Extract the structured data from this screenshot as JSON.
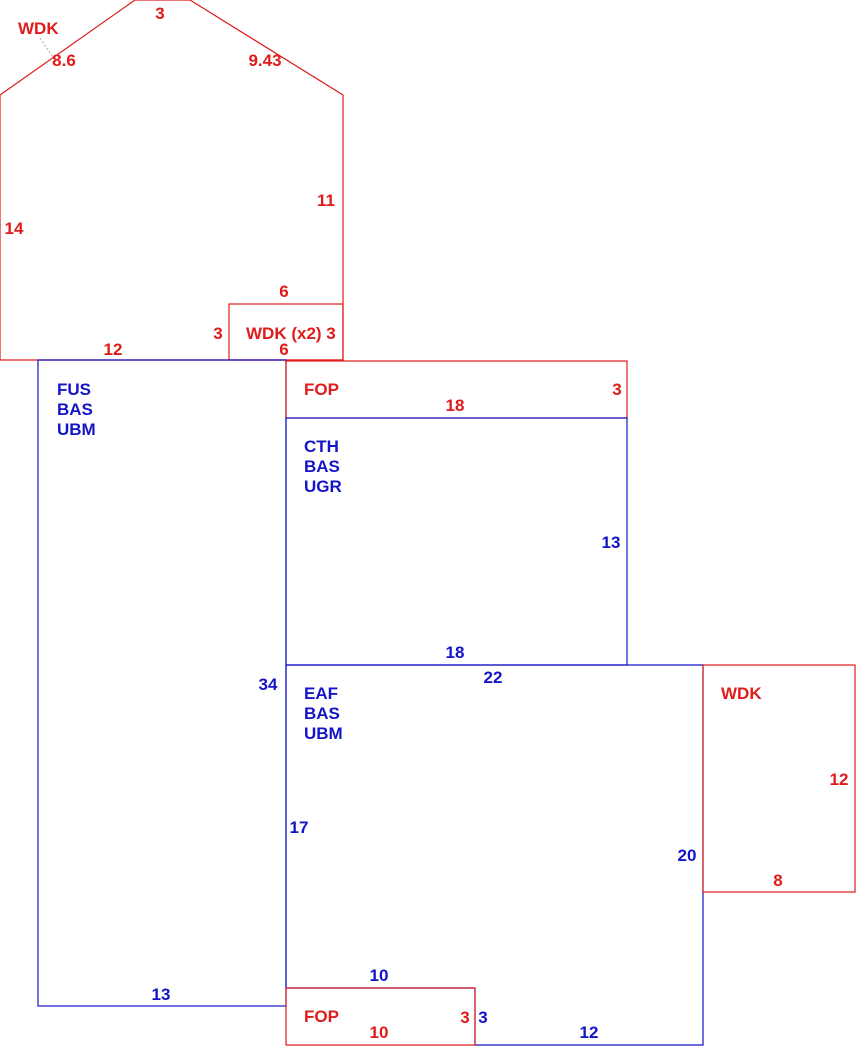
{
  "colors": {
    "red": "#e01b1b",
    "blue": "#1414c8"
  },
  "areas": {
    "wdk_top": {
      "code": "WDK",
      "dims": {
        "top": "3",
        "left_slope": "8.6",
        "right_slope": "9.43",
        "left": "14",
        "right": "11",
        "bottom": "12"
      }
    },
    "wdk_x2": {
      "code": "WDK (x2)",
      "dims": {
        "top": "6",
        "bottom": "6",
        "left": "3",
        "right": "3"
      }
    },
    "fus": {
      "codes": [
        "FUS",
        "BAS",
        "UBM"
      ],
      "dims": {
        "bottom": "13",
        "right": "34"
      }
    },
    "fop_top": {
      "code": "FOP",
      "dims": {
        "bottom": "18",
        "right": "3"
      }
    },
    "cth": {
      "codes": [
        "CTH",
        "BAS",
        "UGR"
      ],
      "dims": {
        "right": "13",
        "bottom": "18"
      }
    },
    "eaf": {
      "codes": [
        "EAF",
        "BAS",
        "UBM"
      ],
      "dims": {
        "top": "22",
        "left": "17",
        "right": "20",
        "bottom_inner": "10",
        "bottom_step": "3",
        "bottom": "12"
      }
    },
    "wdk_right": {
      "code": "WDK",
      "dims": {
        "right": "12",
        "bottom": "8"
      }
    },
    "fop_bottom": {
      "code": "FOP",
      "dims": {
        "bottom": "10",
        "right": "3"
      }
    }
  }
}
